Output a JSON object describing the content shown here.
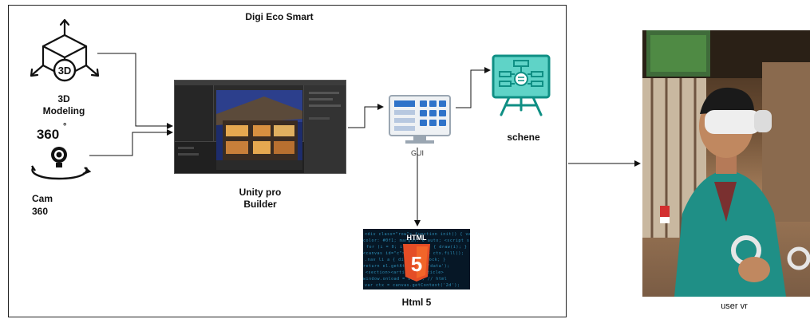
{
  "diagram": {
    "title": "Digi Eco Smart",
    "nodes": {
      "modeling": {
        "label_line1": "3D",
        "label_line2": "Modeling",
        "icon_text": "3D"
      },
      "cam": {
        "label_line1": "Cam",
        "label_line2": "360",
        "icon_text": "360",
        "icon_sup": "°"
      },
      "unity": {
        "label_line1": "Unity pro",
        "label_line2": "Builder"
      },
      "gui": {
        "label": "GUI"
      },
      "scene": {
        "label": "schene"
      },
      "html": {
        "label": "Html 5",
        "badge_text": "HTML",
        "badge_number": "5"
      },
      "user": {
        "label": "user vr"
      }
    },
    "edges": [
      {
        "from": "modeling",
        "to": "unity"
      },
      {
        "from": "cam",
        "to": "unity"
      },
      {
        "from": "unity",
        "to": "gui"
      },
      {
        "from": "gui",
        "to": "scene"
      },
      {
        "from": "gui",
        "to": "html"
      },
      {
        "from": "frame",
        "to": "user"
      }
    ]
  },
  "colors": {
    "line": "#111111",
    "teal": "#0f8f84",
    "teal_light": "#5fd3c7",
    "gui_frame": "#9aa6b2",
    "gui_blue": "#2f73c9",
    "html5_orange": "#e44d26",
    "code_blue": "#2d8fb8"
  }
}
